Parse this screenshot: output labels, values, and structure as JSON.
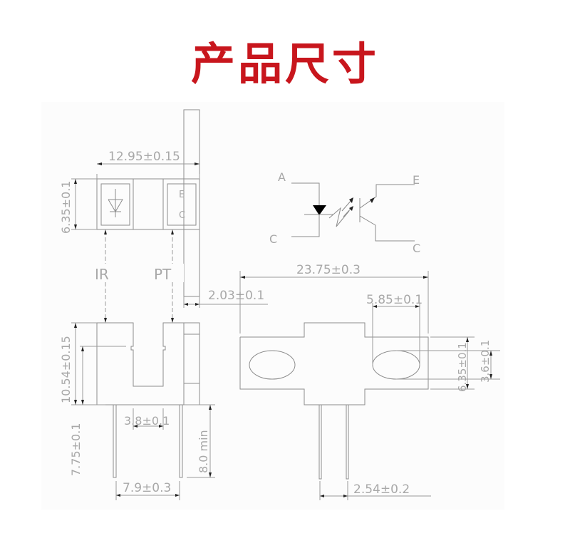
{
  "title": "产品尺寸",
  "colors": {
    "title": "#c8161d",
    "lines": "#8c8c8c",
    "background": "#ffffff"
  },
  "top_view": {
    "width_dim": "12.95±0.15",
    "height_dim": "6.35±0.1",
    "emitter_window_symbol": "diode",
    "detector_labels": [
      "E",
      "C"
    ],
    "label_ir": "IR",
    "label_pt": "PT",
    "thickness_dim": "2.03±0.1"
  },
  "front_view": {
    "height_dim": "10.54±0.15",
    "slot_depth_dim": "7.75±0.1",
    "slot_width_dim": "3.8±0.1",
    "pin_spacing_dim": "7.9±0.3",
    "lead_length_dim": "8.0  min"
  },
  "schematic": {
    "anode": "A",
    "cathode": "C",
    "emitter": "E",
    "collector": "C"
  },
  "side_view": {
    "length_dim": "23.75±0.3",
    "hole_width_dim": "5.85±0.1",
    "body_height_dim": "6.35±0.1",
    "hole_height_dim": "3.6±0.1",
    "pin_pitch_dim": "2.54±0.2"
  }
}
